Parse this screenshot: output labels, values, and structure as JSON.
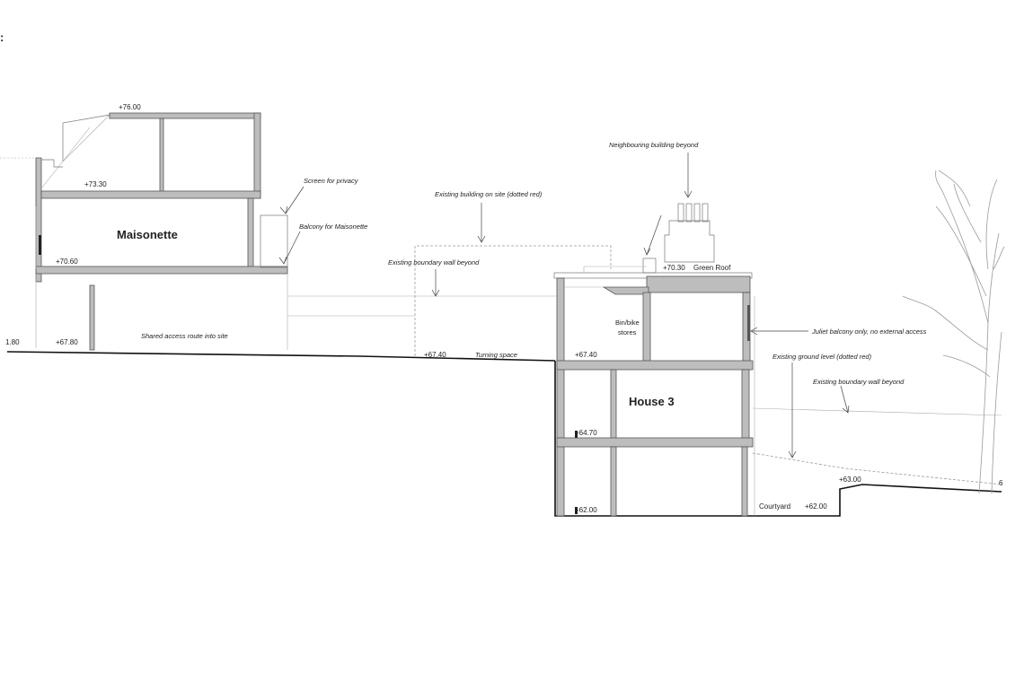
{
  "top_left_mark": ":",
  "rooms": {
    "maisonette": "Maisonette",
    "house3": "House 3",
    "bin_bike_line1": "Bin/bike",
    "bin_bike_line2": "stores"
  },
  "levels": {
    "l7600": "+76.00",
    "l7330": "+73.30",
    "l7060": "+70.60",
    "l6780": "+67.80",
    "l180_partial": "1.80",
    "l6740_a": "+67.40",
    "l6740_b": "+67.40",
    "l7030": "+70.30",
    "l6470": "+64.70",
    "l6200_a": "+62.00",
    "l6200_b": "+62.00",
    "l6300": "+63.00",
    "edge_partial": "6"
  },
  "labels": {
    "green_roof": "Green Roof",
    "courtyard": "Courtyard",
    "turning_space": "Turning space",
    "shared_access": "Shared access route into site"
  },
  "notes": {
    "screen_privacy": "Screen for privacy",
    "balcony_maisonette": "Balcony for Maisonette",
    "existing_building": "Existing building on site (dotted red)",
    "existing_boundary_wall_1": "Existing boundary wall beyond",
    "neighbouring_building": "Neighbouring building beyond",
    "juliet_balcony": "Juliet balcony only, no external access",
    "existing_ground_level": "Existing ground level (dotted red)",
    "existing_boundary_wall_2": "Existing boundary wall beyond"
  }
}
